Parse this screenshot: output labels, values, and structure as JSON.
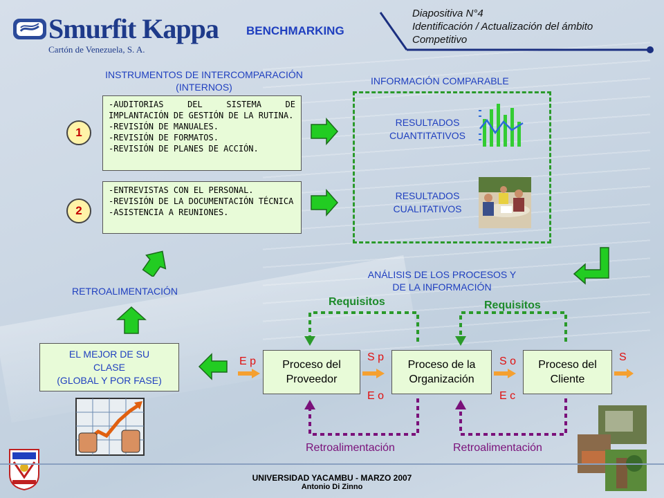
{
  "header": {
    "logo_main": "Smurfit Kappa",
    "logo_sub": "Cartón de Venezuela, S. A.",
    "title": "BENCHMARKING",
    "slide_info": [
      "Diapositiva N°4",
      "Identificación / Actualización del ámbito",
      "Competitivo"
    ]
  },
  "left": {
    "instruments_title": [
      "INSTRUMENTOS DE INTERCOMPARACIÓN",
      "(INTERNOS)"
    ],
    "box1_num": "1",
    "box1_items": [
      "-AUDITORIAS DEL SISTEMA DE IMPLANTACIÓN DE GESTIÓN DE LA RUTINA.",
      "-REVISIÓN DE MANUALES.",
      "-REVISIÓN DE FORMATOS.",
      "-REVISIÓN DE PLANES DE ACCIÓN."
    ],
    "box2_num": "2",
    "box2_items": [
      "-ENTREVISTAS CON EL PERSONAL.",
      "-REVISIÓN DE LA DOCUMENTACIÓN TÉCNICA",
      "-ASISTENCIA A REUNIONES."
    ],
    "feedback_label": "RETROALIMENTACIÓN",
    "best_box": [
      "EL MEJOR DE SU",
      "CLASE",
      "(GLOBAL Y POR FASE)"
    ]
  },
  "right": {
    "comparable_title": "INFORMACIÓN COMPARABLE",
    "quant": [
      "RESULTADOS",
      "CUANTITATIVOS"
    ],
    "qual": [
      "RESULTADOS",
      "CUALITATIVOS"
    ],
    "analysis_title": [
      "ANÁLISIS DE LOS PROCESOS Y",
      "DE LA INFORMACIÓN"
    ]
  },
  "process": {
    "requisitos_1": "Requisitos",
    "requisitos_2": "Requisitos",
    "supplier": [
      "Proceso del",
      "Proveedor"
    ],
    "organization": [
      "Proceso de la",
      "Organización"
    ],
    "client": [
      "Proceso del",
      "Cliente"
    ],
    "ep": "E p",
    "sp": "S p",
    "eo": "E o",
    "so": "S o",
    "ec": "E c",
    "s": "S",
    "retro_1": "Retroalimentación",
    "retro_2": "Retroalimentación"
  },
  "footer": {
    "line1": "UNIVERSIDAD YACAMBU - MARZO 2007",
    "line2": "Antonio Di Zinno"
  },
  "colors": {
    "blue_title": "#1f3fbf",
    "box_fill": "#e8fbd8",
    "arrow_green": "#22cc22",
    "dashed_green": "#2a9a2a",
    "dashed_purple": "#7a117a",
    "arrow_orange": "#f5a030",
    "red_text": "#e01010"
  }
}
